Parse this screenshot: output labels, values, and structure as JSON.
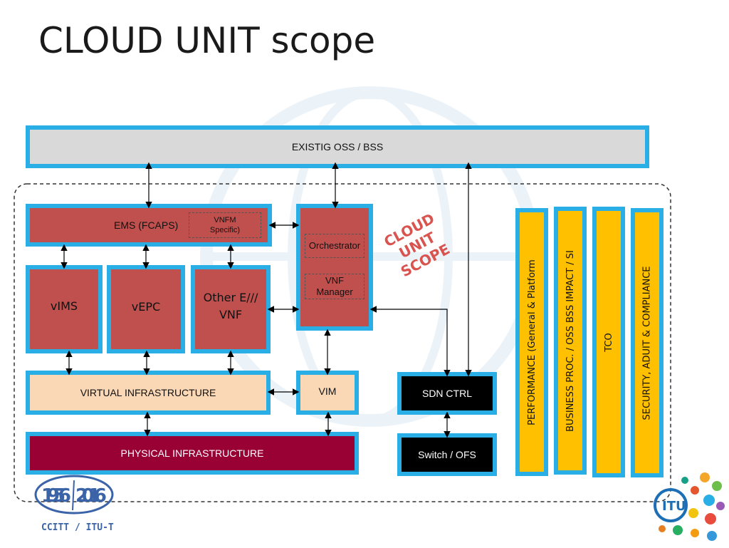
{
  "slide": {
    "title": "CLOUD UNIT scope"
  },
  "diagram": {
    "oss_bss": "EXISTIG OSS / BSS",
    "ems": "EMS (FCAPS)",
    "vnfm_specific": "VNFM Specific)",
    "orchestrator": "Orchestrator",
    "vnf_manager": "VNF Manager",
    "vims": "vIMS",
    "vepc": "vEPC",
    "other_vnf": "Other E/// VNF",
    "virtual_infra": "VIRTUAL INFRASTRUCTURE",
    "vim": "VIM",
    "physical_infra": "PHYSICAL INFRASTRUCTURE",
    "sdn_ctrl": "SDN CTRL",
    "switch_ofs": "Switch / OFS",
    "cloud_unit_scope": "CLOUD UNIT SCOPE",
    "performance": "PERFORMANCE (General & Platform",
    "business": "BUSINESS  PROC. / OSS BSS IMPACT / SI",
    "tco": "TCO",
    "security": "SECURITY, ADUIT & COMPLIANCE"
  },
  "logos": {
    "left_years": "1956|2016",
    "left_caption": "CCITT / ITU-T",
    "right_caption": "ITU"
  },
  "colors": {
    "accent_border": "#29aee6",
    "vnf_red": "#c0504d",
    "physical": "#990033",
    "virtual": "#fad7b5",
    "yellow": "#ffc000",
    "oss_bg": "#d9d9d9",
    "stamp": "#d9534f"
  }
}
